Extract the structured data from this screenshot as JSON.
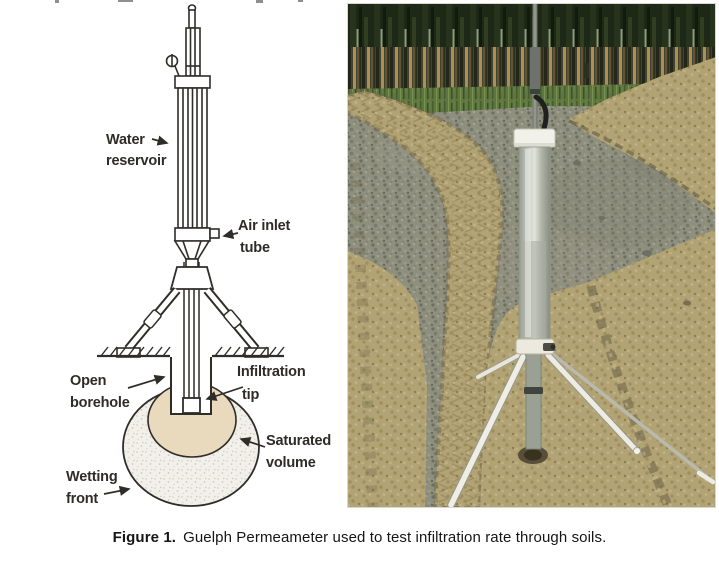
{
  "figure": {
    "caption": {
      "label": "Figure 1.",
      "text": "Guelph Permeameter used to test infiltration rate through soils."
    },
    "diagram": {
      "labels": {
        "water_reservoir": {
          "line1": "Water",
          "line2": "reservoir"
        },
        "air_inlet_tube": {
          "line1": "Air inlet",
          "line2": "tube"
        },
        "open_borehole": {
          "line1": "Open",
          "line2": "borehole"
        },
        "infiltration_tip": {
          "line1": "Infiltration",
          "line2": "tip"
        },
        "saturated_volume": {
          "line1": "Saturated",
          "line2": "volume"
        },
        "wetting_front": {
          "line1": "Wetting",
          "line2": "front"
        }
      },
      "ink_color": "#2f2d28",
      "saturated_fill": "#e9d9bd",
      "wetting_fill": "#f2f0ea"
    },
    "photo": {
      "description": "Guelph Permeameter on white tripod standing in muddy field with tire-track trenches, gravel ground, grass strip and dark tree line",
      "colors": {
        "trees": "#1d2816",
        "grass": "#5d7540",
        "gravel": "#8f8f7d",
        "mud": "#b2a375",
        "tripod": "#ecece2",
        "tube": "#c8ccc2"
      }
    }
  }
}
